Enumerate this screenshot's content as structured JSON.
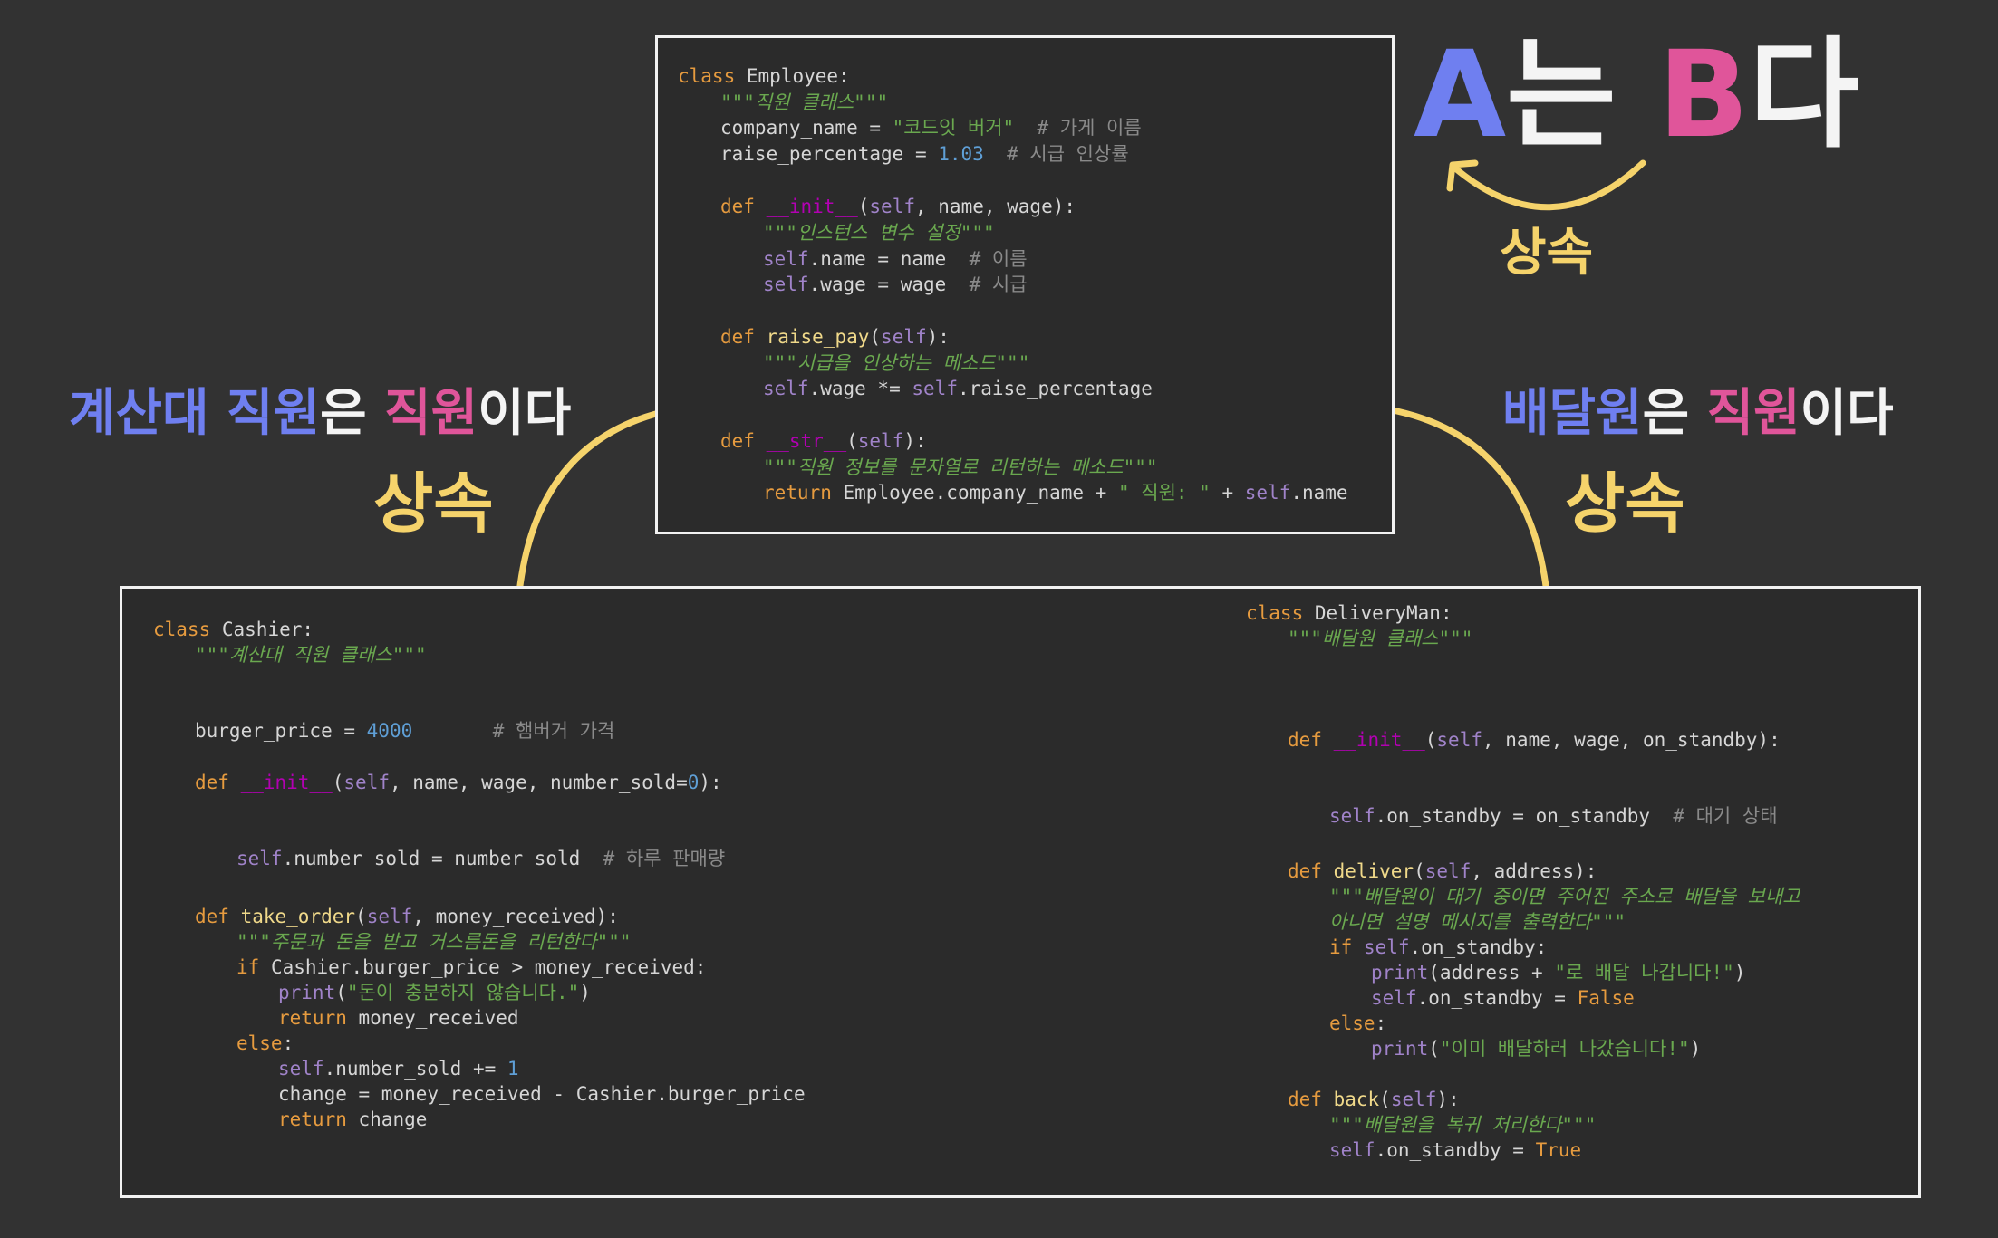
{
  "employee_code": {
    "class_kw": "class",
    "class_name": "Employee:",
    "doc": "\"\"\"직원 클래스\"\"\"",
    "company_attr": "company_name",
    "company_val": "\"코드잇 버거\"",
    "company_cmt": "# 가게 이름",
    "raise_attr": "raise_percentage",
    "raise_val": "1.03",
    "raise_cmt": "# 시급 인상률",
    "def_kw": "def",
    "init_name": "__init__",
    "init_params": "name, wage):",
    "init_doc": "\"\"\"인스턴스 변수 설정\"\"\"",
    "self_kw": "self",
    "name_assign": ".name = name",
    "name_cmt": "# 이름",
    "wage_assign": ".wage = wage",
    "wage_cmt": "# 시급",
    "raise_pay_name": "raise_pay",
    "raise_pay_doc": "\"\"\"시급을 인상하는 메소드\"\"\"",
    "raise_pay_body_a": ".wage *=",
    "raise_pay_body_b": ".raise_percentage",
    "str_name": "__str__",
    "str_doc": "\"\"\"직원 정보를 문자열로 리턴하는 메소드\"\"\"",
    "return_kw": "return",
    "return_expr": "Employee.company_name +",
    "return_str": "\" 직원: \"",
    "return_tail": ".name"
  },
  "cashier_code": {
    "class_kw": "class",
    "class_name": "Cashier:",
    "doc": "\"\"\"계산대 직원 클래스\"\"\"",
    "price_attr": "burger_price",
    "price_val": "4000",
    "price_cmt": "# 햄버거 가격",
    "def_kw": "def",
    "init_name": "__init__",
    "init_params": "name, wage, number_sold=",
    "init_default": "0",
    "self_kw": "self",
    "sold_assign": ".number_sold = number_sold",
    "sold_cmt": "# 하루 판매량",
    "take_order_name": "take_order",
    "take_order_params": "money_received):",
    "take_order_doc": "\"\"\"주문과 돈을 받고 거스름돈을 리턴한다\"\"\"",
    "if_kw": "if",
    "if_cond": "Cashier.burger_price > money_received:",
    "print_kw": "print",
    "print_str": "\"돈이 충분하지 않습니다.\"",
    "return_kw": "return",
    "return_money": "money_received",
    "else_kw": "else",
    "sold_inc": ".number_sold +=",
    "one": "1",
    "change_line": "change = money_received - Cashier.burger_price",
    "return_change": "change"
  },
  "delivery_code": {
    "class_kw": "class",
    "class_name": "DeliveryMan:",
    "doc": "\"\"\"배달원 클래스\"\"\"",
    "def_kw": "def",
    "init_name": "__init__",
    "init_params": "name, wage, on_standby):",
    "self_kw": "self",
    "standby_assign": ".on_standby = on_standby",
    "standby_cmt": "# 대기 상태",
    "deliver_name": "deliver",
    "deliver_params": "address):",
    "deliver_doc_1": "\"\"\"배달원이 대기 중이면 주어진 주소로 배달을 보내고",
    "deliver_doc_2": "아니면 설명 메시지를 출력한다\"\"\"",
    "if_kw": "if",
    "if_cond": ".on_standby:",
    "print_kw": "print",
    "print_a_pre": "(address +",
    "print_a_str": "\"로 배달 나갑니다!\"",
    "standby_false": ".on_standby =",
    "false_kw": "False",
    "else_kw": "else",
    "print_b_str": "\"이미 배달하러 나갔습니다!\"",
    "back_name": "back",
    "back_doc": "\"\"\"배달원을 복귀 처리한다\"\"\"",
    "standby_true": ".on_standby =",
    "true_kw": "True"
  },
  "labels": {
    "ab_a": "A",
    "ab_neun": "는",
    "ab_b": "B",
    "ab_da": "다",
    "ab_inherit": "상속",
    "left_cashier": "계산대 직원",
    "left_eun": "은",
    "left_employee": "직원",
    "left_ida": "이다",
    "left_inherit": "상속",
    "right_delivery": "배달원",
    "right_eun": "은",
    "right_employee": "직원",
    "right_ida": "이다",
    "right_inherit": "상속"
  },
  "colors": {
    "background": "#323232",
    "blue": "#6f7ff0",
    "pink": "#e0559a",
    "yellow": "#f5d36b"
  }
}
